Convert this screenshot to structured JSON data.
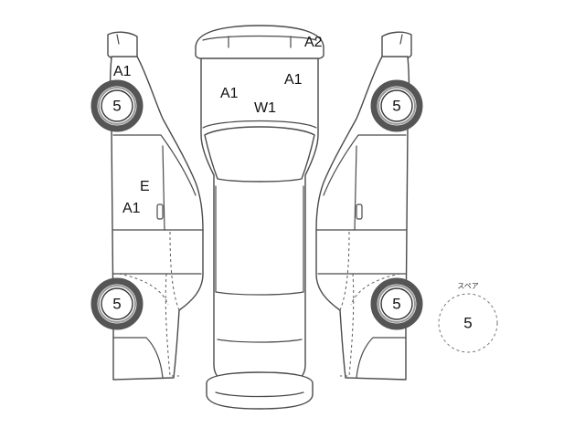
{
  "damage_codes": {
    "front_left_fender": "A1",
    "roof_rear": "A2",
    "roof_right": "A1",
    "hood_left": "A1",
    "windshield": "W1",
    "left_front_door_upper": "E",
    "left_front_door_lower": "A1"
  },
  "tires": {
    "front_left": "5",
    "front_right": "5",
    "rear_left": "5",
    "rear_right": "5"
  },
  "spare": {
    "title": "スペア",
    "value": "5"
  }
}
